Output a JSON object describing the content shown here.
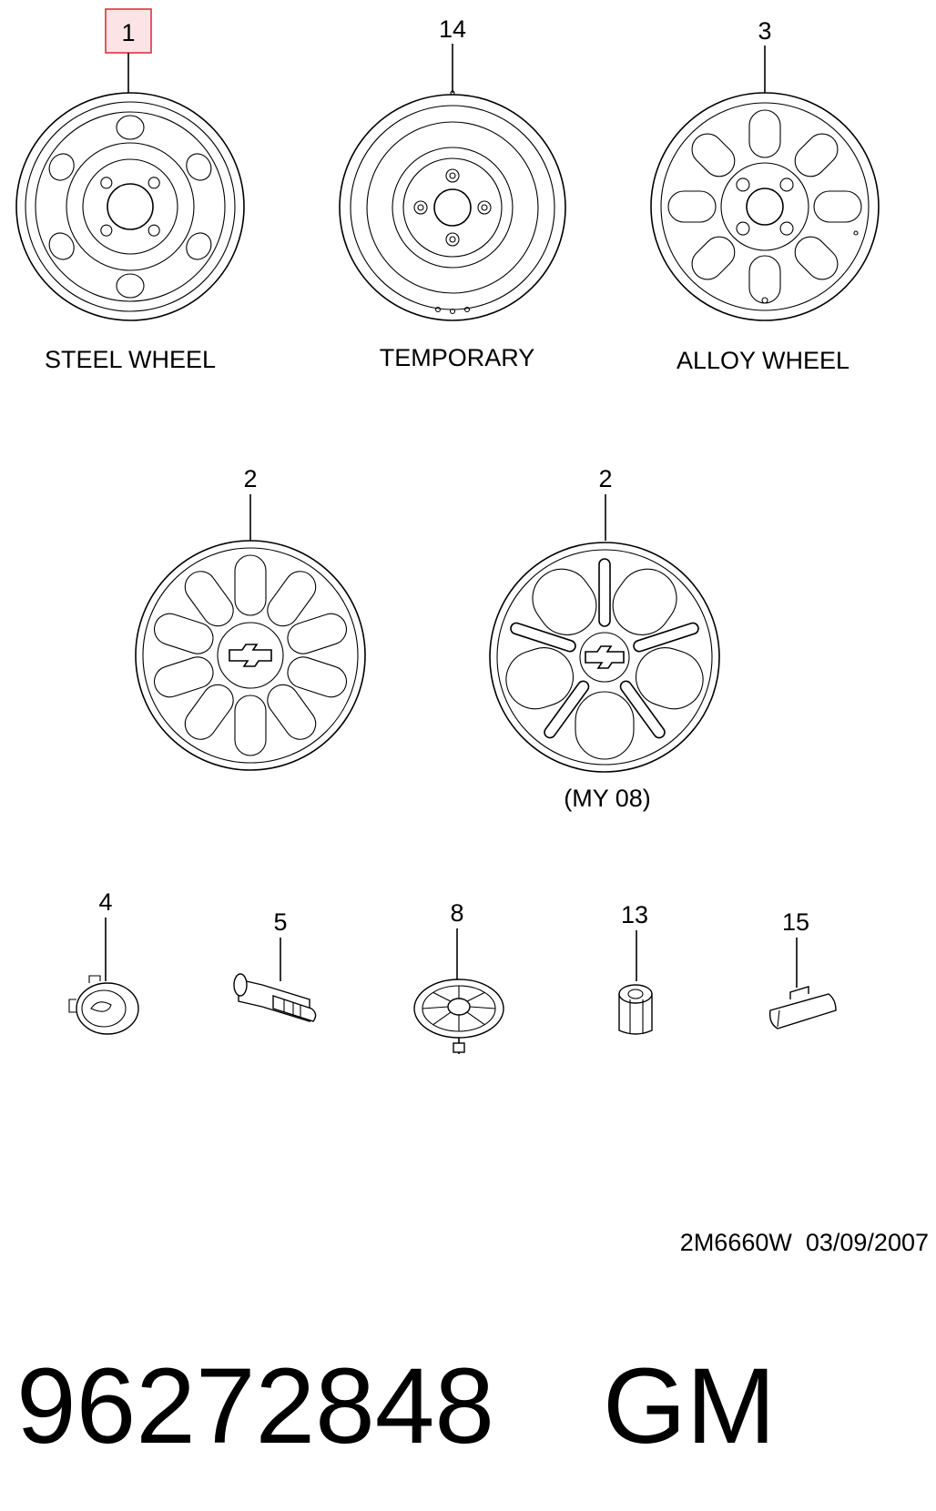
{
  "wheels": {
    "steel": {
      "callout": "1",
      "label": "STEEL WHEEL",
      "highlighted": true,
      "icon": "steel-wheel-icon"
    },
    "temporary": {
      "callout": "14",
      "label": "TEMPORARY",
      "icon": "temporary-wheel-icon"
    },
    "alloy": {
      "callout": "3",
      "label": "ALLOY WHEEL",
      "icon": "alloy-wheel-icon"
    }
  },
  "covers": {
    "left": {
      "callout": "2",
      "icon": "wheel-cover-icon"
    },
    "right": {
      "callout": "2",
      "note": "(MY 08)",
      "icon": "wheel-cover-my08-icon"
    }
  },
  "small_parts": [
    {
      "callout": "4",
      "icon": "center-cap-icon"
    },
    {
      "callout": "5",
      "icon": "valve-stem-icon"
    },
    {
      "callout": "8",
      "icon": "spare-wheel-clamp-icon"
    },
    {
      "callout": "13",
      "icon": "wheel-nut-icon"
    },
    {
      "callout": "15",
      "icon": "balance-weight-icon"
    }
  ],
  "drawing_code": "2M6660W  03/09/2007",
  "part_number": "96272848",
  "brand": "GM",
  "colors": {
    "highlight_fill": "#fbe3e6",
    "highlight_stroke": "#d9343f",
    "ink": "#000000"
  }
}
